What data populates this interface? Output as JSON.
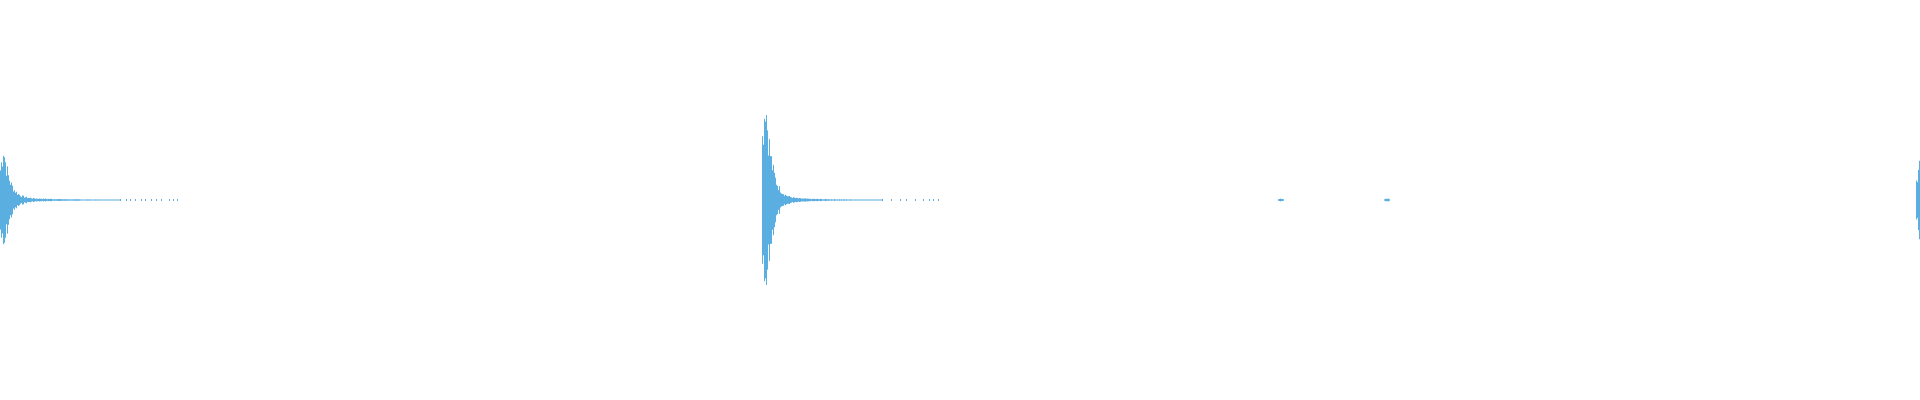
{
  "waveform": {
    "color": "#5aaee0",
    "bursts": [
      {
        "id": "burst-1",
        "peak": 0.4,
        "trail": 0.58
      },
      {
        "id": "burst-2",
        "peak": 0.8,
        "trail": 0.47
      },
      {
        "id": "blip-1",
        "peak": 0.01,
        "trail": 0.0
      },
      {
        "id": "blip-2",
        "peak": 0.01,
        "trail": 0.0
      },
      {
        "id": "burst-3",
        "peak": 0.25,
        "trail": 0.0
      }
    ]
  }
}
